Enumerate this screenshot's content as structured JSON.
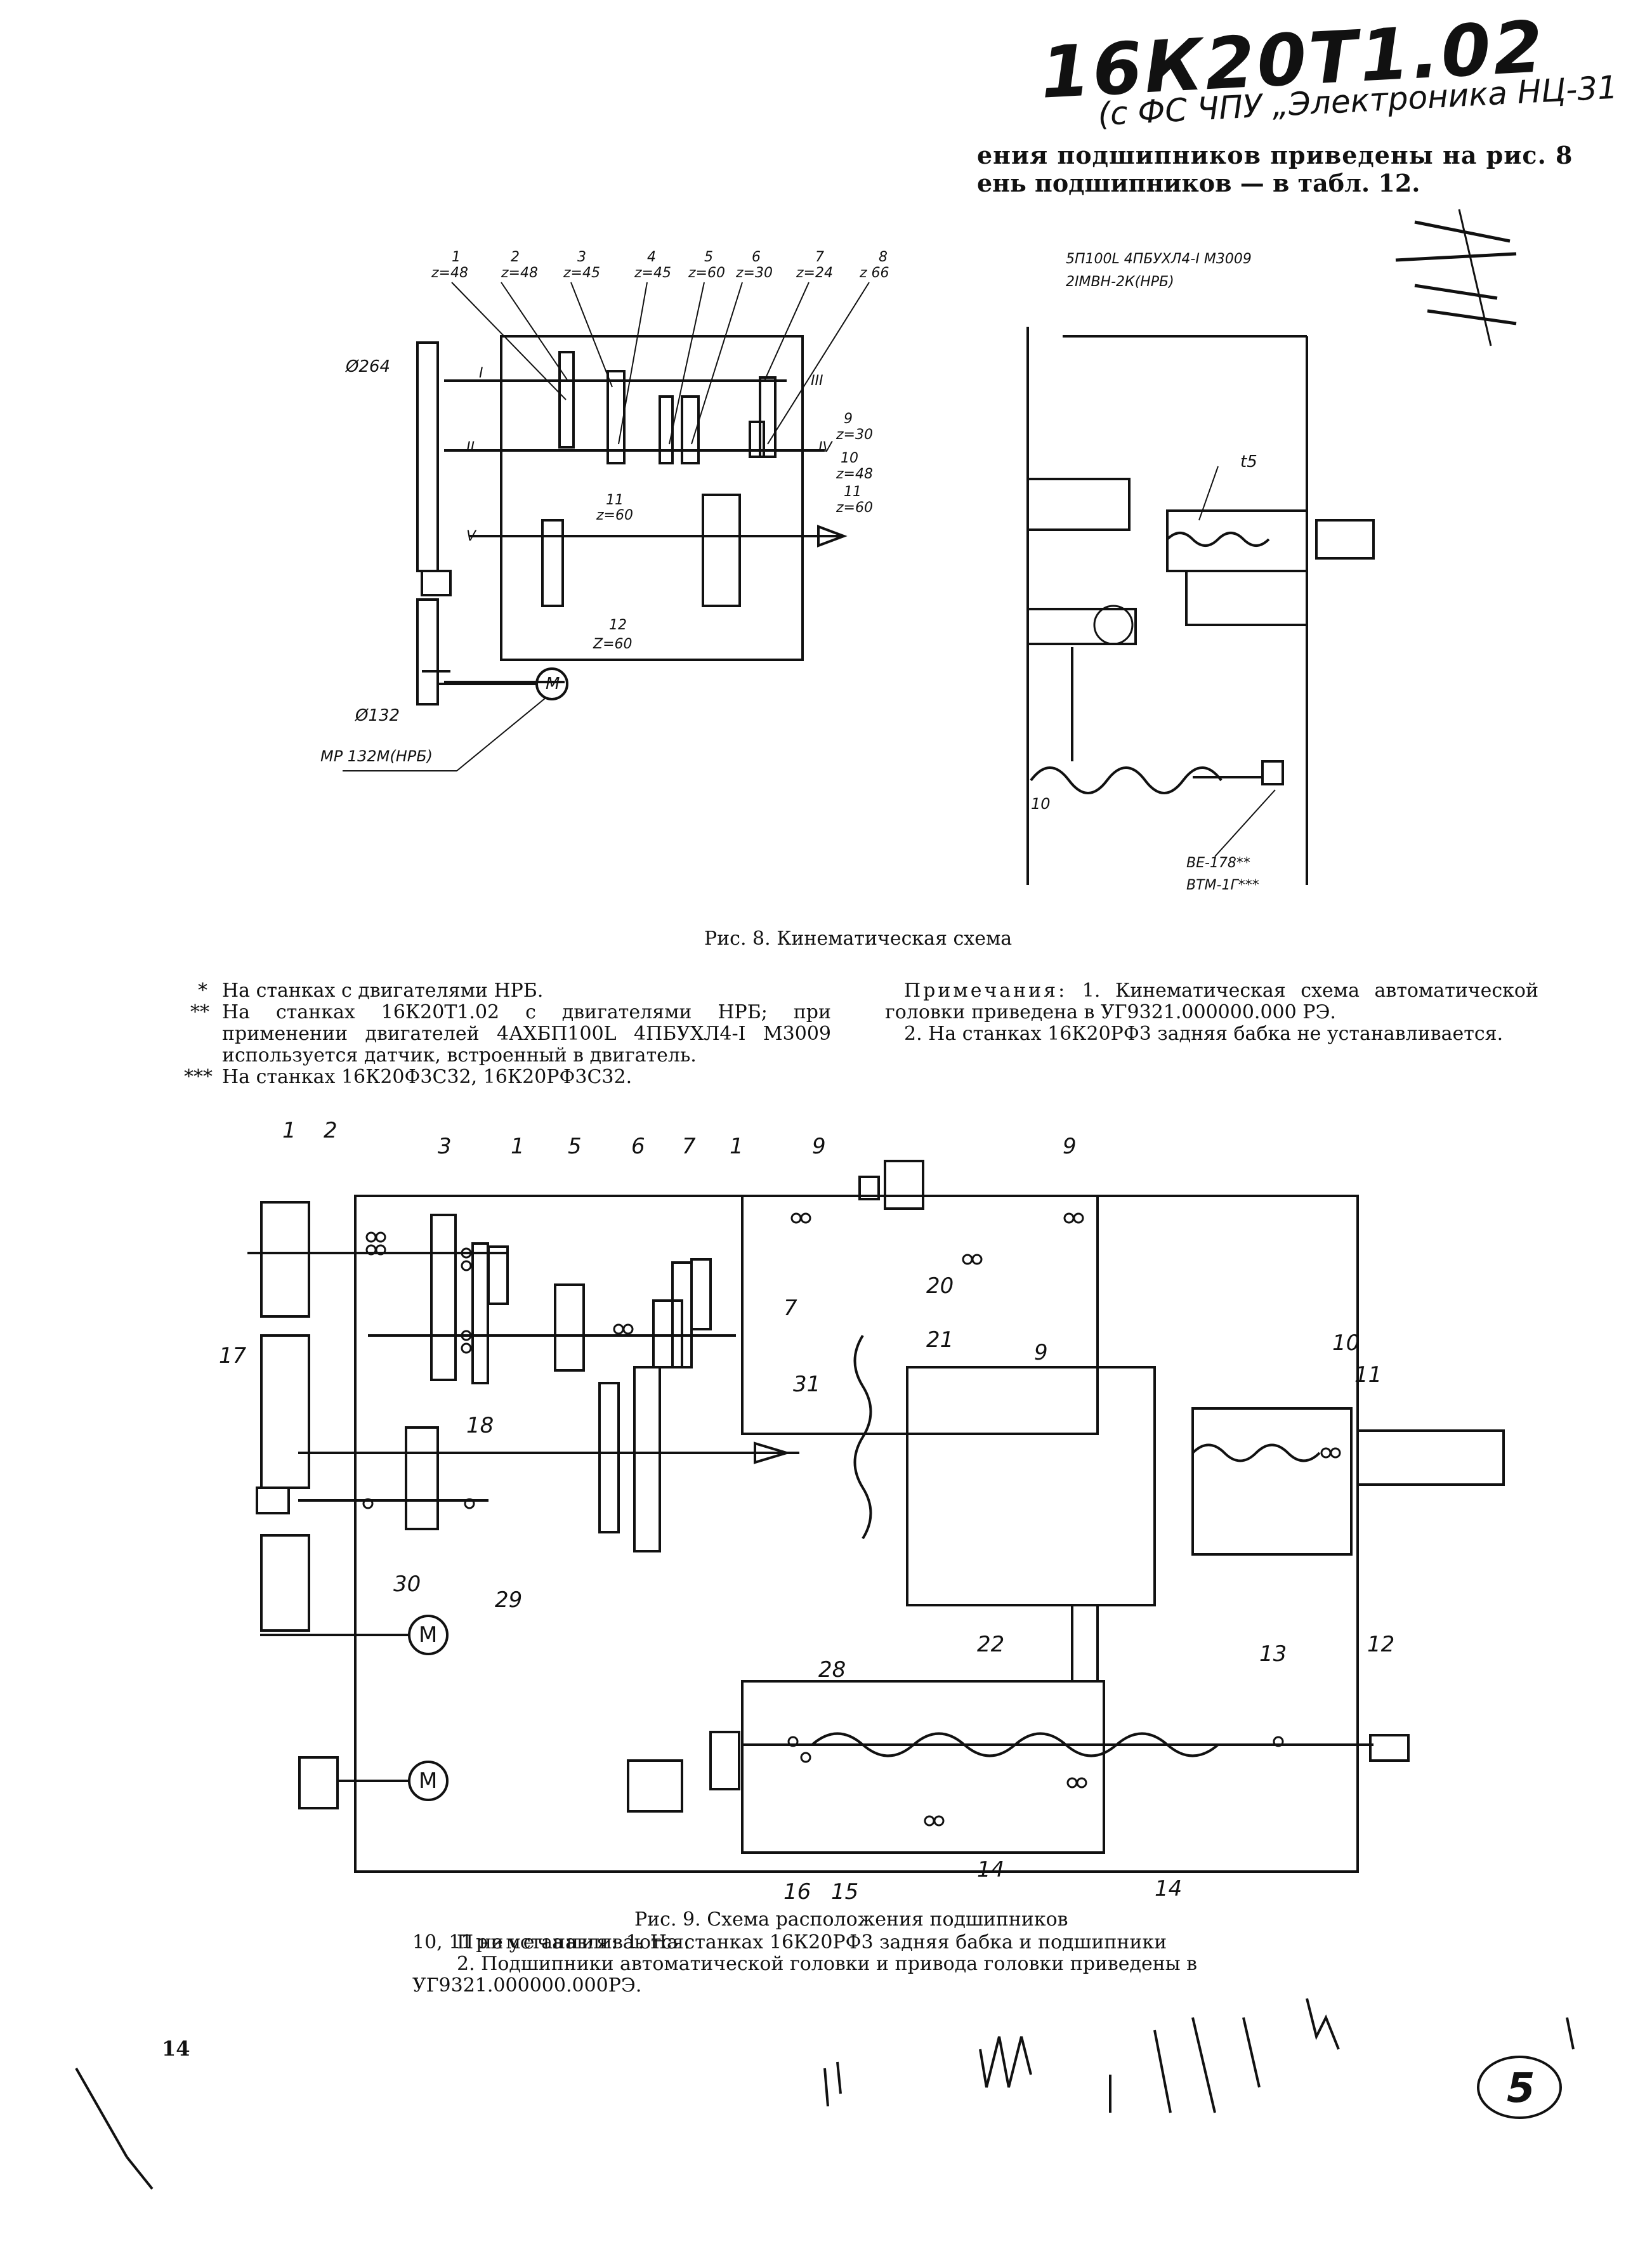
{
  "header": {
    "model": "16К20Т1.02",
    "model_note": "(с ФС ЧПУ „Электроника НЦ-31",
    "intro_line1": "ения подшипников приведены на рис. 8",
    "intro_line2": "ень подшипников — в табл. 12."
  },
  "fig8": {
    "caption": "Рис. 8. Кинематическая схема",
    "gears": [
      {
        "num": "1",
        "z": "z=48"
      },
      {
        "num": "2",
        "z": "z=48"
      },
      {
        "num": "3",
        "z": "z=45"
      },
      {
        "num": "4",
        "z": "z=45"
      },
      {
        "num": "5",
        "z": "z=60"
      },
      {
        "num": "6",
        "z": "z=30"
      },
      {
        "num": "7",
        "z": "z=24"
      },
      {
        "num": "8",
        "z": "z 66"
      }
    ],
    "side_gears": [
      {
        "num": "9",
        "z": "z=30"
      },
      {
        "num": "10",
        "z": "z=48"
      },
      {
        "num": "11",
        "z": "z=60"
      }
    ],
    "gear11b": {
      "num": "11",
      "z": "z=60"
    },
    "gear12": {
      "num": "12",
      "z": "Z=60"
    },
    "shafts": [
      "I",
      "II",
      "III",
      "IV",
      "V"
    ],
    "d264": "Ø264",
    "d132": "Ø132",
    "motor_symbol": "M",
    "motor_label": "МР 132М(НРБ)",
    "right_top_line1": "5П100L 4ПБУХЛ4-I М3009",
    "right_top_line2": "2IМВН-2К(НРБ)",
    "t5": "t5",
    "label_10": "10",
    "sensor1": "ВЕ-178**",
    "sensor2": "ВТМ-1Г***"
  },
  "footnotes": [
    {
      "mark": "*",
      "text": "На станках с двигателями НРБ."
    },
    {
      "mark": "**",
      "text": "На станках 16К20Т1.02 с двигателями НРБ; при применении двигателей 4АХБП100L 4ПБУХЛ4-I М3009 используется датчик, встроенный в двигатель."
    },
    {
      "mark": "***",
      "text": "На станках 16К20Ф3С32, 16К20РФ3С32."
    }
  ],
  "notes8": {
    "title": "Примечания:",
    "item1": "1. Кинематическая схема автоматической головки приведена в УГ9321.000000.000 РЭ.",
    "item2": "2. На станках 16К20РФ3 задняя бабка не устанавливается."
  },
  "fig9": {
    "caption": "Рис. 9. Схема расположения подшипников",
    "labels": [
      "1",
      "2",
      "3",
      "1",
      "5",
      "6",
      "7",
      "1",
      "9",
      "9",
      "20",
      "21",
      "9",
      "7",
      "31",
      "10",
      "11",
      "17",
      "18",
      "30",
      "29",
      "22",
      "28",
      "13",
      "12",
      "16",
      "15",
      "14",
      "14"
    ],
    "motor_symbol": "M"
  },
  "notes9": {
    "title": "Примечания:",
    "item1_a": "1. На станках 16К20РФ3 задняя бабка и подшипники",
    "item1_b": "10, 11 не устанавливаются.",
    "item2_a": "2. Подшипники автоматической головки и привода головки приведены в",
    "item2_b": "УГ9321.000000.000РЭ."
  },
  "page_number": "14",
  "sheet_number": "5"
}
